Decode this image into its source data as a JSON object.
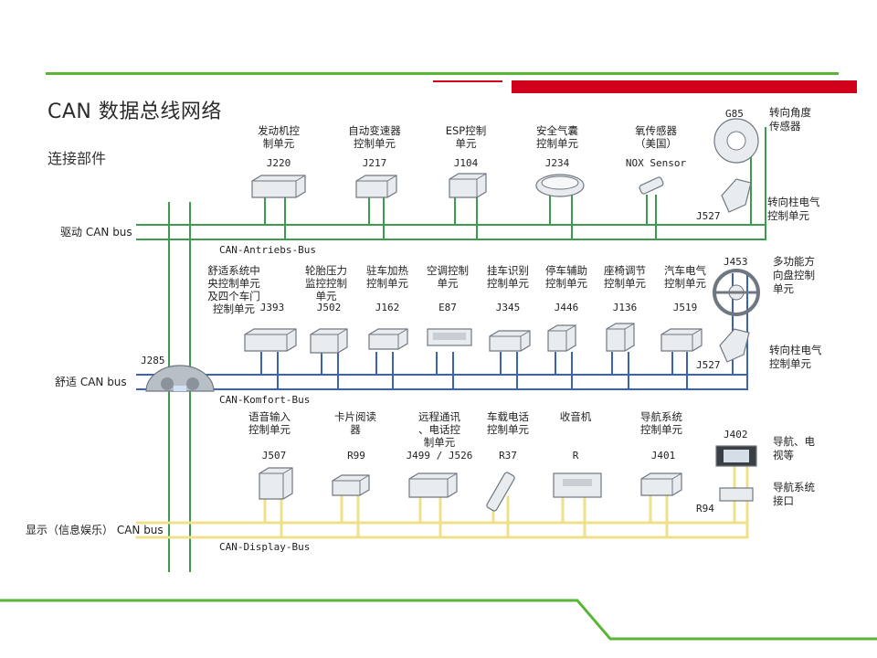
{
  "title": "CAN 数据总线网络",
  "subtitle": "连接部件",
  "colors": {
    "accent_green": "#5ab435",
    "accent_red": "#d0021b",
    "bus_green": "#3e9a4f",
    "bus_blue": "#3a63b5",
    "bus_yellow": "#efe08a"
  },
  "buses": [
    {
      "id": "drive",
      "name": "驱动 CAN bus",
      "caption": "CAN-Antriebs-Bus"
    },
    {
      "id": "comfort",
      "name": "舒适 CAN bus",
      "caption": "CAN-Komfort-Bus"
    },
    {
      "id": "display",
      "name": "显示（信息娱乐） CAN bus",
      "caption": "CAN-Display-Bus"
    }
  ],
  "drive_units": [
    {
      "label": "发动机控\n制单元",
      "code": "J220",
      "icon": "ecu-box-icon"
    },
    {
      "label": "自动变速器\n控制单元",
      "code": "J217",
      "icon": "gearbox-ecu-icon"
    },
    {
      "label": "ESP控制\n单元",
      "code": "J104",
      "icon": "esp-unit-icon"
    },
    {
      "label": "安全气囊\n控制单元",
      "code": "J234",
      "icon": "airbag-unit-icon"
    },
    {
      "label": "氧传感器\n（美国）",
      "code": "NOX Sensor",
      "icon": "oxygen-sensor-icon"
    }
  ],
  "comfort_units": [
    {
      "label": "舒适系统中\n央控制单元\n及四个车门\n控制单元",
      "code": "J393",
      "icon": "comfort-ecu-icon"
    },
    {
      "label": "轮胎压力\n监控控制\n单元",
      "code": "J502",
      "icon": "tire-pressure-ecu-icon"
    },
    {
      "label": "驻车加热\n控制单元",
      "code": "J162",
      "icon": "parking-heater-ecu-icon"
    },
    {
      "label": "空调控制\n单元",
      "code": "E87",
      "icon": "climate-control-panel-icon"
    },
    {
      "label": "挂车识别\n控制单元",
      "code": "J345",
      "icon": "trailer-ecu-icon"
    },
    {
      "label": "停车辅助\n控制单元",
      "code": "J446",
      "icon": "parking-assist-ecu-icon"
    },
    {
      "label": "座椅调节\n控制单元",
      "code": "J136",
      "icon": "seat-adjust-ecu-icon"
    },
    {
      "label": "汽车电气\n控制单元",
      "code": "J519",
      "icon": "vehicle-electric-ecu-icon"
    }
  ],
  "display_units": [
    {
      "label": "语音输入\n控制单元",
      "code": "J507",
      "icon": "voice-input-ecu-icon"
    },
    {
      "label": "卡片阅读\n器",
      "code": "R99",
      "icon": "card-reader-icon"
    },
    {
      "label": "远程通讯\n、电话控\n制单元",
      "code": "J499 / J526",
      "icon": "telematics-ecu-icon"
    },
    {
      "label": "车载电话\n控制单元",
      "code": "R37",
      "icon": "car-phone-icon"
    },
    {
      "label": "收音机",
      "code": "R",
      "icon": "radio-icon"
    },
    {
      "label": "导航系统\n控制单元",
      "code": "J401",
      "icon": "navigation-ecu-icon"
    }
  ],
  "right_components": [
    {
      "code": "G85",
      "label": "转向角度\n传感器",
      "icon": "steering-angle-sensor-icon"
    },
    {
      "code": "J527",
      "label": "转向柱电气\n控制单元",
      "icon": "steering-column-ecu-icon"
    },
    {
      "code": "J453",
      "label": "多功能方\n向盘控制\n单元",
      "icon": "steering-wheel-icon"
    },
    {
      "code": "J527",
      "label": "转向柱电气\n控制单元",
      "icon": "steering-column-ecu-icon"
    },
    {
      "code": "J402",
      "label": "导航、电\n视等",
      "icon": "nav-tv-unit-icon"
    },
    {
      "code": "R94",
      "label": "导航系统\n接口",
      "icon": "nav-interface-icon"
    }
  ],
  "gateway": {
    "code": "J285",
    "icon": "instrument-cluster-icon"
  }
}
